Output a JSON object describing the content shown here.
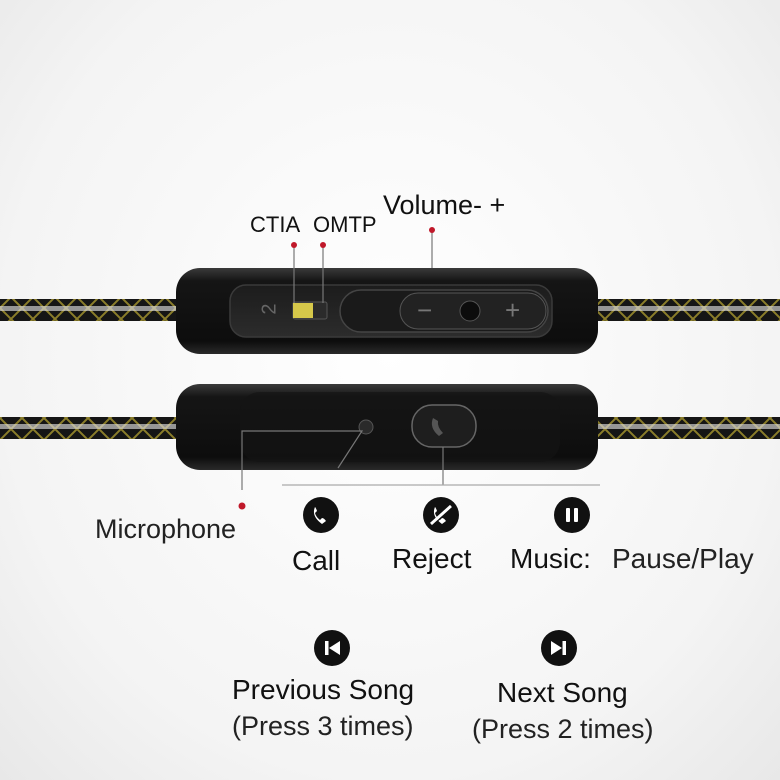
{
  "switch_labels": {
    "ctia": "CTIA",
    "omtp": "OMTP",
    "volume": "Volume- +"
  },
  "buttons": {
    "minus": "−",
    "plus": "+",
    "mode": "2"
  },
  "labels": {
    "microphone": "Microphone",
    "call": "Call",
    "reject": "Reject",
    "music": "Music:",
    "pause_play": "Pause/Play",
    "previous_song": "Previous Song",
    "previous_note": "(Press 3 times)",
    "next_song": "Next Song",
    "next_note": "(Press 2 times)"
  },
  "icons": {
    "call": "phone-icon",
    "reject": "phone-reject-icon",
    "pause": "pause-icon",
    "previous": "skip-previous-icon",
    "next": "skip-next-icon"
  },
  "colors": {
    "body": "#111111",
    "accent": "#d6c84a",
    "marker": "#c0182a",
    "cable": "#1a1a1a"
  }
}
